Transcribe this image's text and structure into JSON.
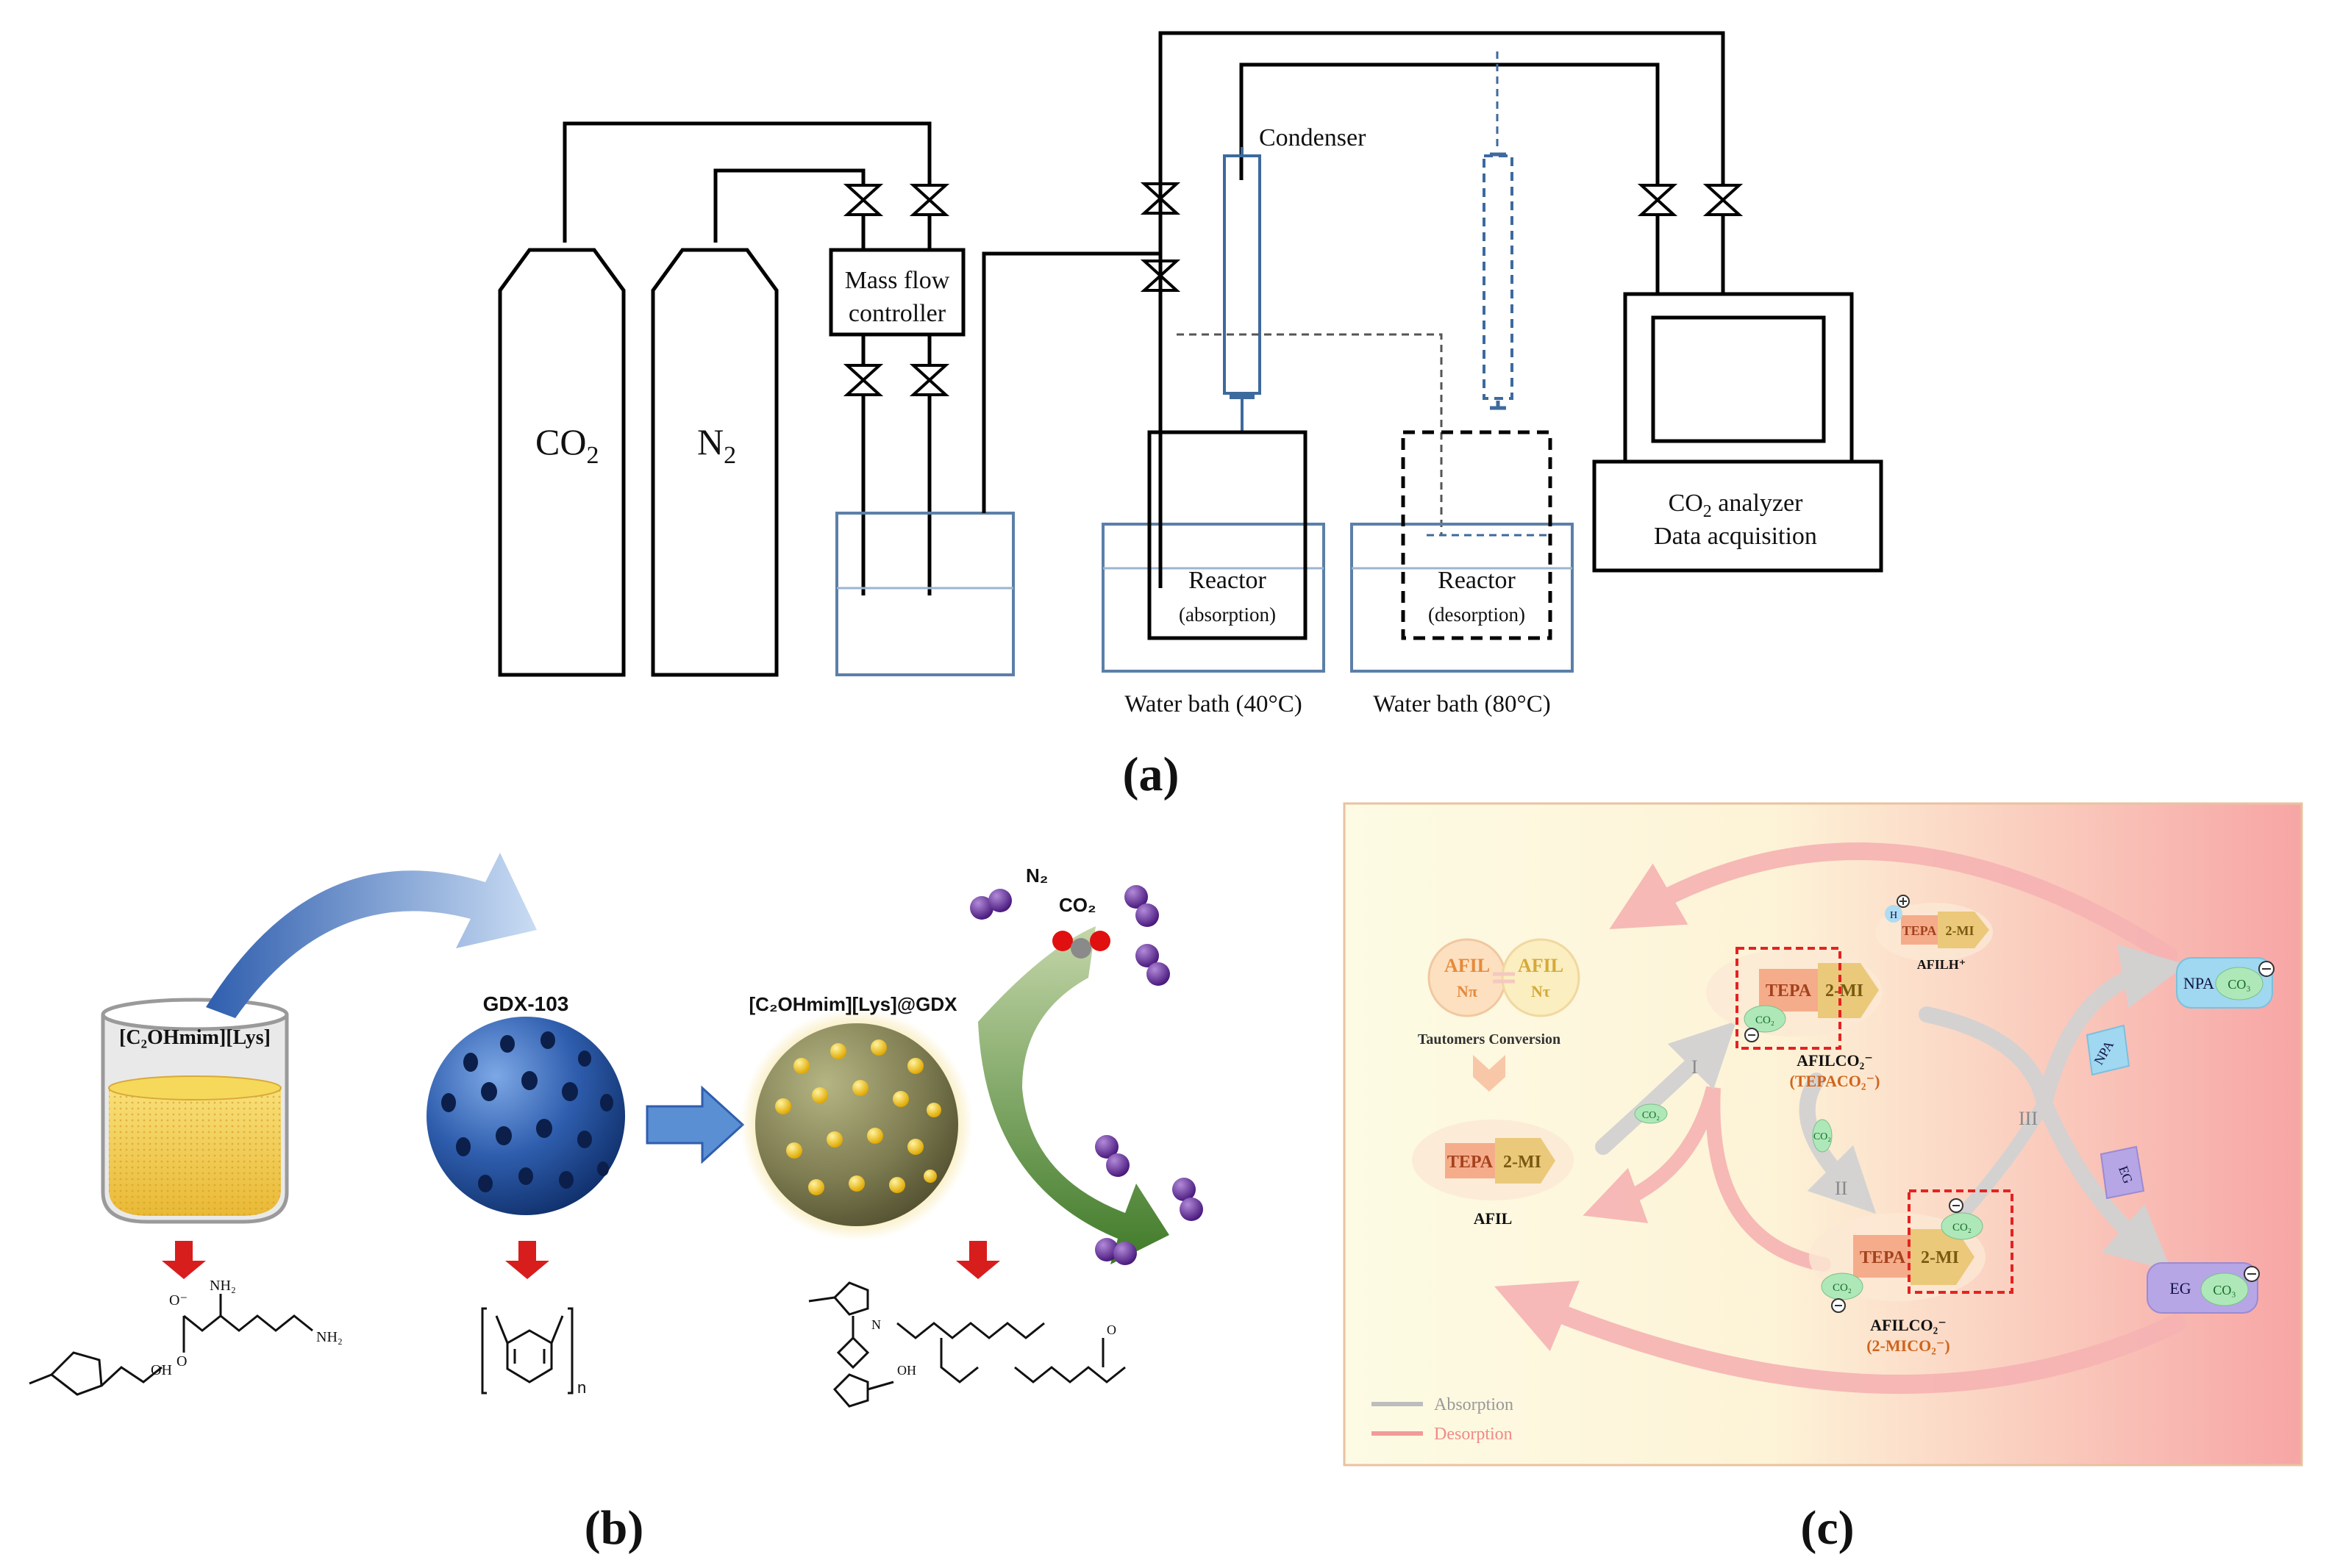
{
  "panel_a": {
    "label": "(a)",
    "cylinders": [
      {
        "main": "CO",
        "sub": "2"
      },
      {
        "main": "N",
        "sub": "2"
      }
    ],
    "mass_flow": {
      "line1": "Mass flow",
      "line2": "controller"
    },
    "condenser": "Condenser",
    "reactor_absorption": {
      "name": "Reactor",
      "mode": "(absorption)"
    },
    "reactor_desorption": {
      "name": "Reactor",
      "mode": "(desorption)"
    },
    "bath_1": "Water bath (40°C)",
    "bath_2": "Water bath (80°C)",
    "analyzer": {
      "main": "CO",
      "sub": "2",
      "rest": " analyzer",
      "line2": "Data acquisition"
    }
  },
  "panel_b": {
    "label": "(b)",
    "beaker_label": "[C₂OHmim][Lys]",
    "sphere1_label": "GDX-103",
    "sphere2_label": "[C₂OHmim][Lys]@GDX",
    "gas_n2": "N₂",
    "gas_co2": "CO₂",
    "subscript_n": "n",
    "atoms": {
      "nh2": "NH₂",
      "oh": "OH",
      "o_minus": "O⁻",
      "o": "O",
      "n": "N"
    }
  },
  "panel_c": {
    "label": "(c)",
    "afil_npi": "AFIL\nNπ",
    "afil_ntau": "AFIL\nNτ",
    "tautomers": "Tautomers Conversion",
    "afil": "AFIL",
    "tepa": "TEPA",
    "mi": "2-MI",
    "co2": "CO₂",
    "co3": "CO₃",
    "afilh": "AFILH⁺",
    "afilco2_1": "AFILCO₂⁻",
    "tepaco2": "(TEPACO₂⁻)",
    "afilco2_2": "AFILCO₂⁻",
    "mico2": "(2-MICO₂⁻)",
    "npa": "NPA",
    "eg": "EG",
    "step1": "I",
    "step2": "II",
    "step3": "III",
    "h": "H",
    "legend_absorption": "Absorption",
    "legend_desorption": "Desorption",
    "colors": {
      "absorption": "#bdbdbd",
      "desorption": "#f29a9a",
      "tepa": "#f4a582",
      "mi": "#e8c36b",
      "npa": "#9fd8f0",
      "eg": "#b6a6e6"
    }
  }
}
